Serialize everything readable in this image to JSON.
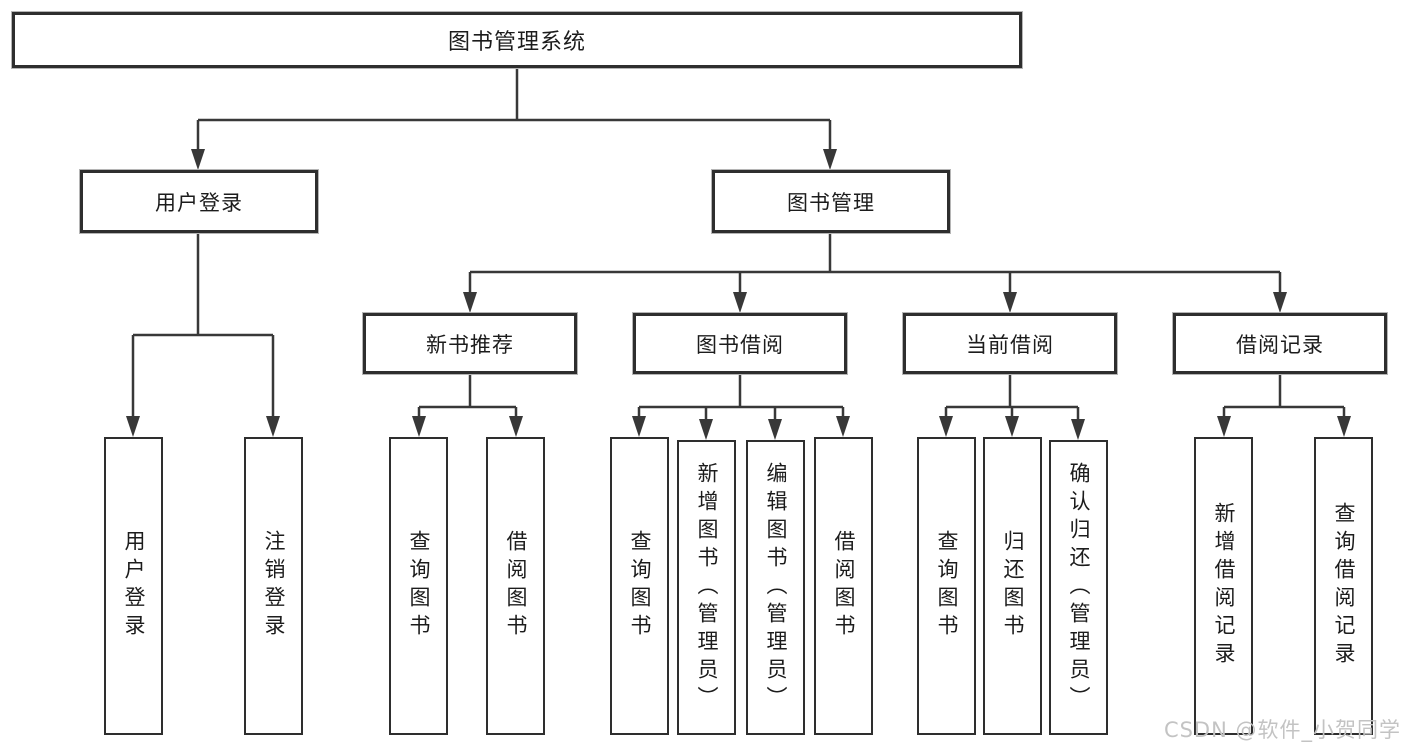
{
  "colors": {
    "line": "#383838",
    "border": "#2e2e2e",
    "text": "#1c1c1c",
    "background": "#ffffff",
    "watermark": "#c3c3c3"
  },
  "tree": {
    "root": {
      "label": "图书管理系统"
    },
    "children": [
      {
        "label": "用户登录",
        "children": [
          {
            "label": "用户登录"
          },
          {
            "label": "注销登录"
          }
        ]
      },
      {
        "label": "图书管理",
        "children": [
          {
            "label": "新书推荐",
            "children": [
              {
                "label": "查询图书"
              },
              {
                "label": "借阅图书"
              }
            ]
          },
          {
            "label": "图书借阅",
            "children": [
              {
                "label": "查询图书"
              },
              {
                "label": "新增图书（管理员）"
              },
              {
                "label": "编辑图书（管理员）"
              },
              {
                "label": "借阅图书"
              }
            ]
          },
          {
            "label": "当前借阅",
            "children": [
              {
                "label": "查询图书"
              },
              {
                "label": "归还图书"
              },
              {
                "label": "确认归还（管理员）"
              }
            ]
          },
          {
            "label": "借阅记录",
            "children": [
              {
                "label": "新增借阅记录"
              },
              {
                "label": "查询借阅记录"
              }
            ]
          }
        ]
      }
    ]
  },
  "watermark": {
    "text": "CSDN @软件_小贺同学"
  }
}
